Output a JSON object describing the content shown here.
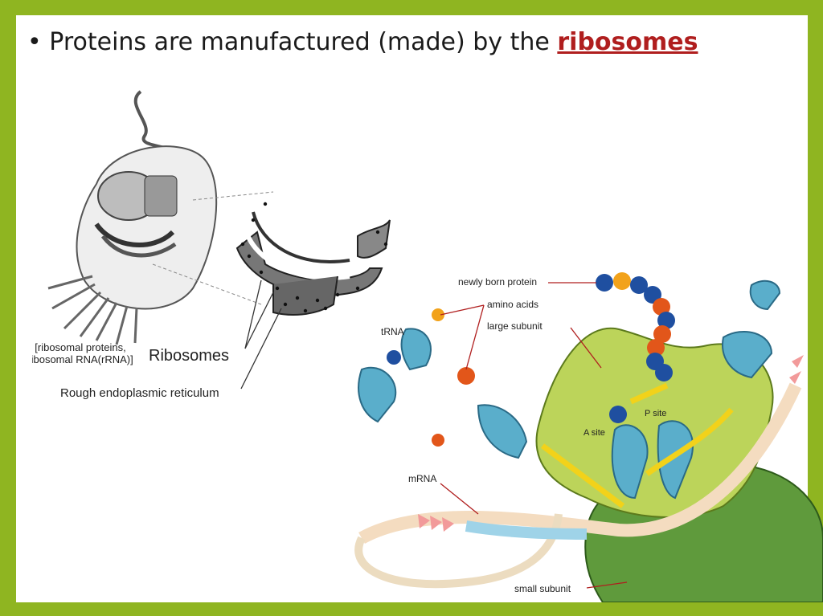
{
  "slide": {
    "bullet_symbol": "•",
    "bullet_text": "Proteins are manufactured (made) by the ",
    "keyword": "ribosomes"
  },
  "figure_left": {
    "label_ribosomal_line1": "[ribosomal proteins,",
    "label_ribosomal_line2": "ribosomal RNA(rRNA)]",
    "label_ribosomes": "Ribosomes",
    "label_rer": "Rough endoplasmic reticulum"
  },
  "figure_right": {
    "label_newly_born_protein": "newly born protein",
    "label_amino_acids": "amino acids",
    "label_large_subunit": "large subunit",
    "label_trna": "tRNA",
    "label_p_site": "P site",
    "label_a_site": "A site",
    "label_mrna": "mRNA",
    "label_small_subunit": "small subunit"
  },
  "colors": {
    "frame_green": "#8fb521",
    "keyword_red": "#b01e1e",
    "large_subunit": "#bcd45a",
    "small_subunit": "#5f9a3c",
    "trna_blue": "#5aaecb"
  }
}
